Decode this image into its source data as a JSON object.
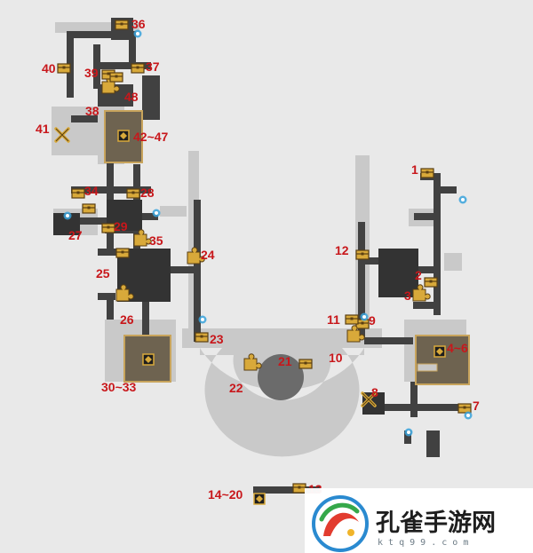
{
  "map": {
    "colors": {
      "background": "#e9e9e9",
      "explored_area": "#c9c9c9",
      "corridor": "#414141",
      "room": "#333333",
      "highlight_room": "#6e6350",
      "room_outline": "#c8a45c",
      "chest": "#d8a93a",
      "label": "#c8171b",
      "teleport": "#3aa3dc"
    },
    "markers": [
      {
        "label": "1",
        "kind": "chest"
      },
      {
        "label": "2",
        "kind": "chest"
      },
      {
        "label": "3",
        "kind": "puzzle"
      },
      {
        "label": "4~6",
        "kind": "diamond"
      },
      {
        "label": "7",
        "kind": "chest"
      },
      {
        "label": "8",
        "kind": "cross"
      },
      {
        "label": "9",
        "kind": "chest"
      },
      {
        "label": "10",
        "kind": "puzzle"
      },
      {
        "label": "11",
        "kind": "chest"
      },
      {
        "label": "12",
        "kind": "chest"
      },
      {
        "label": "13",
        "kind": "chest"
      },
      {
        "label": "14~20",
        "kind": "diamond"
      },
      {
        "label": "21",
        "kind": "chest"
      },
      {
        "label": "22",
        "kind": "puzzle"
      },
      {
        "label": "23",
        "kind": "chest"
      },
      {
        "label": "24",
        "kind": "puzzle"
      },
      {
        "label": "25",
        "kind": "chest"
      },
      {
        "label": "26",
        "kind": "puzzle"
      },
      {
        "label": "27",
        "kind": "chest"
      },
      {
        "label": "28",
        "kind": "chest"
      },
      {
        "label": "29",
        "kind": "chest"
      },
      {
        "label": "30~33",
        "kind": "diamond"
      },
      {
        "label": "34",
        "kind": "chest"
      },
      {
        "label": "35",
        "kind": "puzzle"
      },
      {
        "label": "36",
        "kind": "chest"
      },
      {
        "label": "37",
        "kind": "chest"
      },
      {
        "label": "38",
        "kind": "puzzle"
      },
      {
        "label": "39",
        "kind": "chest"
      },
      {
        "label": "40",
        "kind": "chest"
      },
      {
        "label": "41",
        "kind": "cross"
      },
      {
        "label": "42~47",
        "kind": "diamond"
      },
      {
        "label": "48",
        "kind": "chest"
      }
    ]
  },
  "watermark": {
    "name": "孔雀手游网",
    "url": "k t q 9 9 . c o m"
  }
}
